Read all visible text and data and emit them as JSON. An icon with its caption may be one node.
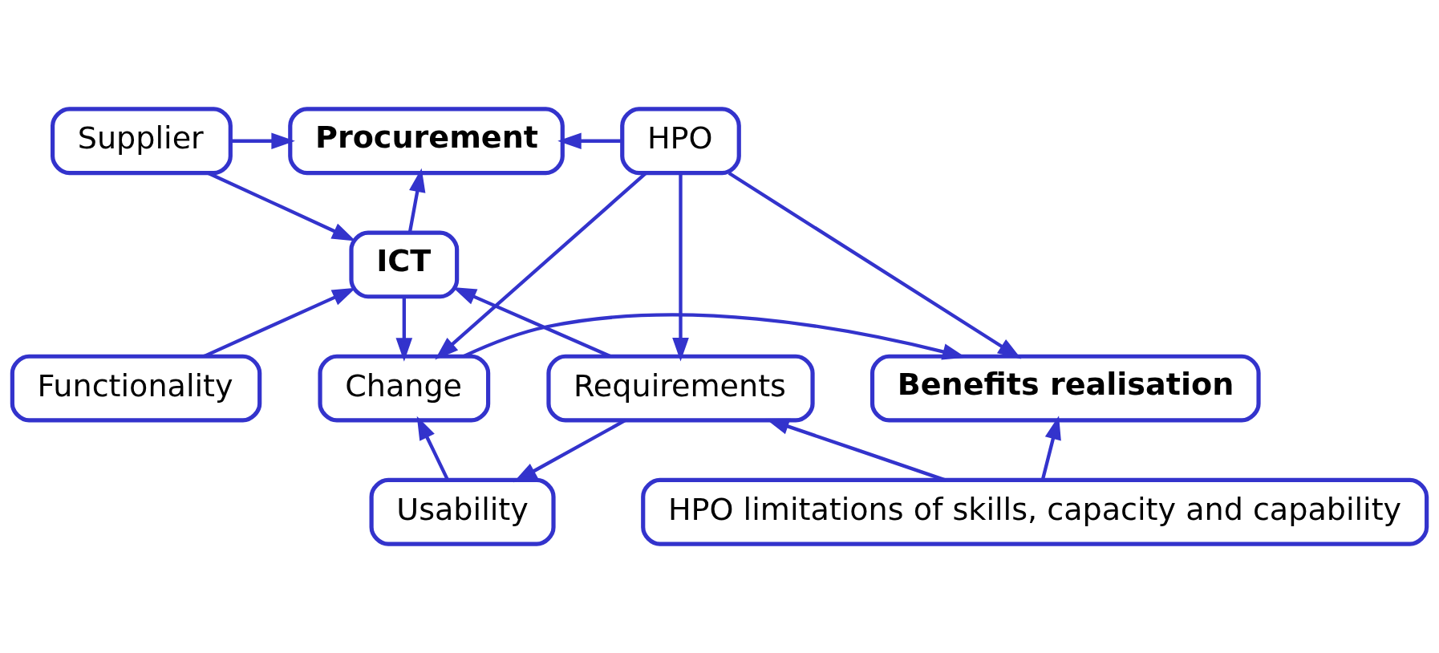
{
  "diagram": {
    "nodes": [
      {
        "text": [
          "Supplier"
        ]
      },
      {
        "text": [
          "Procurement"
        ]
      },
      {
        "text": [
          "HPO"
        ]
      },
      {
        "text": [
          "ICT"
        ]
      },
      {
        "text": [
          "Functionality"
        ]
      },
      {
        "text": [
          "Requirements"
        ]
      },
      {
        "text": [
          "Change"
        ]
      },
      {
        "text": [
          "Benefits realisation"
        ]
      },
      {
        "text": [
          "Usability"
        ]
      },
      {
        "text": [
          "HPO limitations of skills, capacity and capability"
        ]
      }
    ],
    "edges": [
      {
        "from": 0,
        "to": 1,
        "arrow": "to"
      },
      {
        "from": 2,
        "to": 1,
        "arrow": "to"
      },
      {
        "from": 0,
        "to": 3,
        "arrow": "to"
      },
      {
        "from": 4,
        "to": 3,
        "arrow": "to"
      },
      {
        "from": 3,
        "to": 1,
        "arrow": "to"
      },
      {
        "from": 3,
        "to": 6,
        "arrow": "to"
      },
      {
        "from": 2,
        "to": 5,
        "arrow": "to"
      },
      {
        "from": 2,
        "to": 6,
        "arrow": "to"
      },
      {
        "from": 2,
        "to": 7,
        "arrow": "to"
      },
      {
        "from": 5,
        "to": 3,
        "arrow": "to"
      },
      {
        "from": 6,
        "to": 7,
        "arrow": "to"
      },
      {
        "from": 5,
        "to": 8,
        "arrow": "to"
      },
      {
        "from": 8,
        "to": 6,
        "arrow": "to"
      },
      {
        "from": 9,
        "to": 5,
        "arrow": "to"
      },
      {
        "from": 9,
        "to": 7,
        "arrow": "to"
      }
    ]
  }
}
